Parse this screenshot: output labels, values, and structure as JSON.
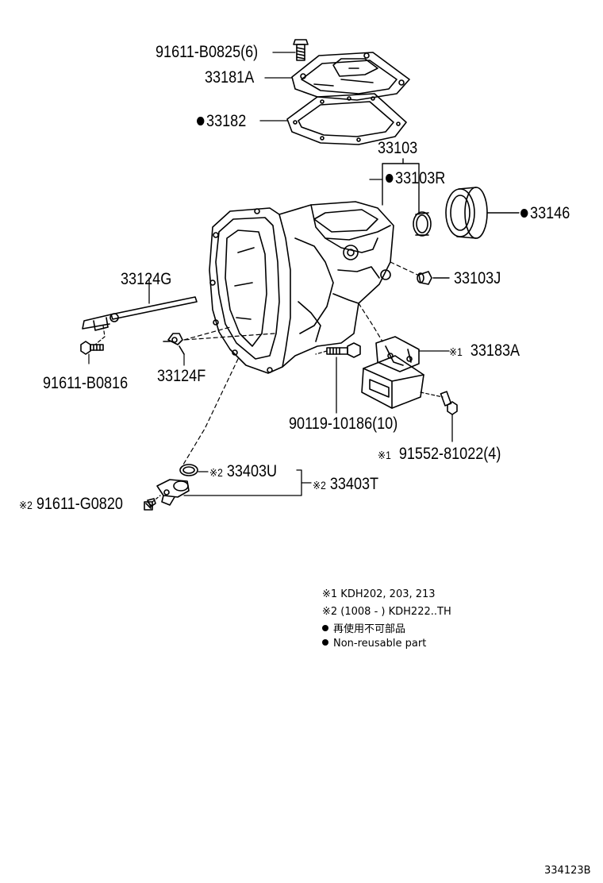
{
  "parts": {
    "bolt_top": "91611-B0825(6)",
    "cover": "33181A",
    "gasket": "33182",
    "case_group": "33103",
    "seal_r": "33103R",
    "sleeve": "33146",
    "plug_j": "33103J",
    "rod_g": "33124G",
    "bracket_f": "33124F",
    "bolt_b0816": "91611-B0816",
    "mount_a": "33183A",
    "bolt_10186": "90119-10186(10)",
    "bolt_81022": "91552-81022(4)",
    "oring_u": "33403U",
    "sensor_t": "33403T",
    "bolt_g0820": "91611-G0820"
  },
  "marks": {
    "ref1": "※1",
    "ref2": "※2"
  },
  "notes": {
    "line1": "※1 KDH202, 203, 213",
    "line2": "※2 (1008 -         ) KDH222..TH",
    "line3": "再使用不可部品",
    "line4": "Non-reusable part"
  },
  "diagram_id": "334123B"
}
